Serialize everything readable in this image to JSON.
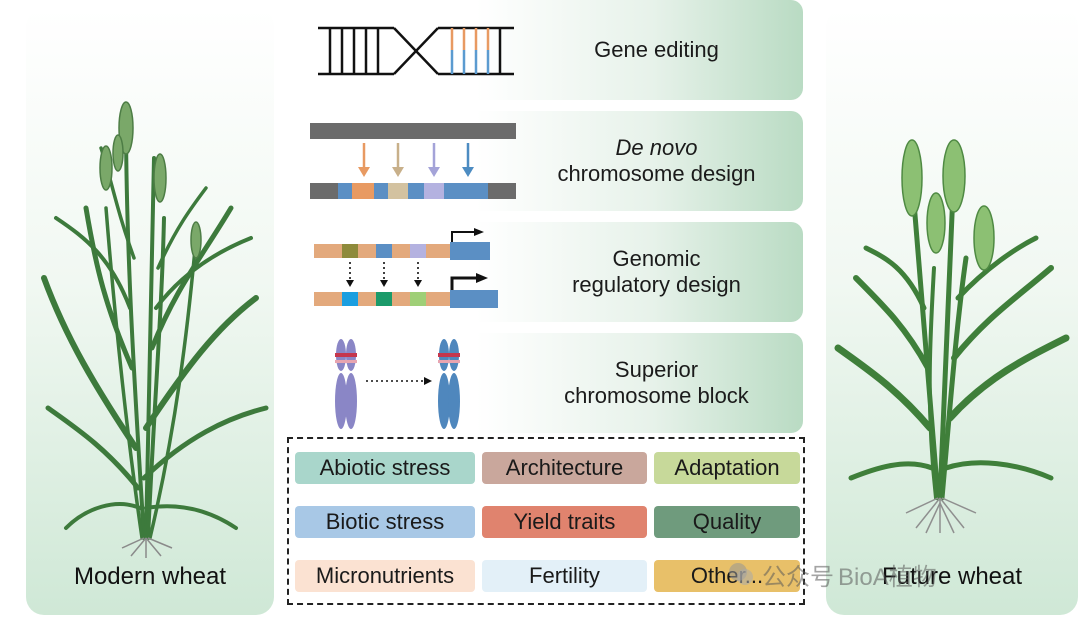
{
  "left_panel": {
    "label": "Modern wheat"
  },
  "right_panel": {
    "label": "Future wheat"
  },
  "technologies": [
    {
      "id": "gene-editing",
      "lines": [
        "Gene editing"
      ]
    },
    {
      "id": "de-novo",
      "italic": "De novo",
      "rest": "chromosome design"
    },
    {
      "id": "genomic-regulatory",
      "lines": [
        "Genomic",
        "regulatory design"
      ]
    },
    {
      "id": "superior-block",
      "lines": [
        "Superior",
        "chromosome block"
      ]
    }
  ],
  "traits": [
    {
      "label": "Abiotic stress",
      "color": "#a9d6cb"
    },
    {
      "label": "Architecture",
      "color": "#c9a79c"
    },
    {
      "label": "Adaptation",
      "color": "#c7d99a"
    },
    {
      "label": "Biotic stress",
      "color": "#a8c8e6"
    },
    {
      "label": "Yield traits",
      "color": "#e0836e"
    },
    {
      "label": "Quality",
      "color": "#6f9b7d"
    },
    {
      "label": "Micronutrients",
      "color": "#fbe2d2"
    },
    {
      "label": "Fertility",
      "color": "#e3f0f8"
    },
    {
      "label": "Other...",
      "color": "#e8c069"
    }
  ],
  "watermark": {
    "part1": "公众号",
    "part2": "BioA植物"
  },
  "colors": {
    "wheat_modern": "#3f7f3f",
    "wheat_future": "#4a8c44",
    "arrow_orange": "#e89a62",
    "arrow_tan": "#c8b08a",
    "arrow_lavender": "#a4a3d8",
    "arrow_blue": "#4d8cc2",
    "bar_gray": "#6b6b6b",
    "promoter_blue": "#5b8fc4",
    "chromosome_purple": "#8a86c6",
    "chromosome_blue": "#4f87bd"
  }
}
